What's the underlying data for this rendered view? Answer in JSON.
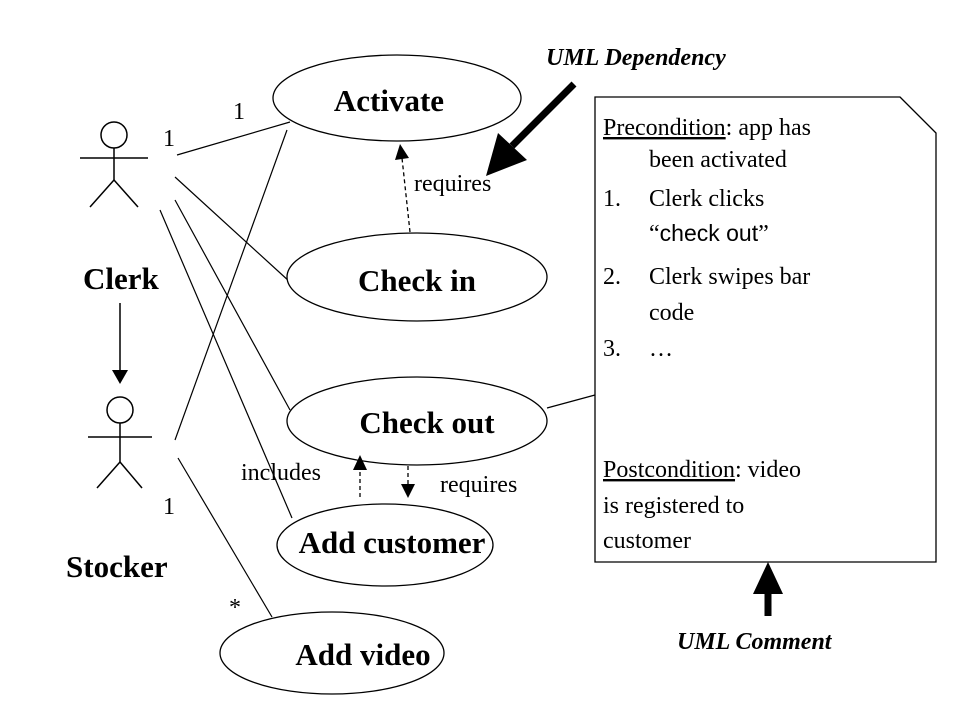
{
  "actors": {
    "clerk": {
      "label": "Clerk",
      "mult_top": "1",
      "mult_bottom": "1"
    },
    "stocker": {
      "label": "Stocker",
      "mult_one": "1",
      "mult_star": "*"
    }
  },
  "use_cases": {
    "activate": "Activate",
    "check_in": "Check in",
    "check_out": "Check out",
    "add_customer": "Add customer",
    "add_video": "Add video"
  },
  "relations": {
    "requires_top": "requires",
    "includes": "includes",
    "requires_bottom": "requires"
  },
  "callouts": {
    "uml_dependency": "UML Dependency",
    "uml_comment": "UML Comment"
  },
  "note": {
    "precondition_label": "Precondition",
    "precondition_text": ": app has",
    "precondition_cont": "been activated",
    "steps": [
      {
        "num": "1.",
        "line1": "Clerk clicks",
        "line2_open": "“",
        "line2_mono": "check out",
        "line2_close": "”"
      },
      {
        "num": "2.",
        "line1": "Clerk swipes bar",
        "line2": "code"
      },
      {
        "num": "3.",
        "line1": "…"
      }
    ],
    "postcondition_label": "Postcondition",
    "postcondition_text": ": video",
    "postcondition_line2": "is registered to",
    "postcondition_line3": "customer"
  }
}
